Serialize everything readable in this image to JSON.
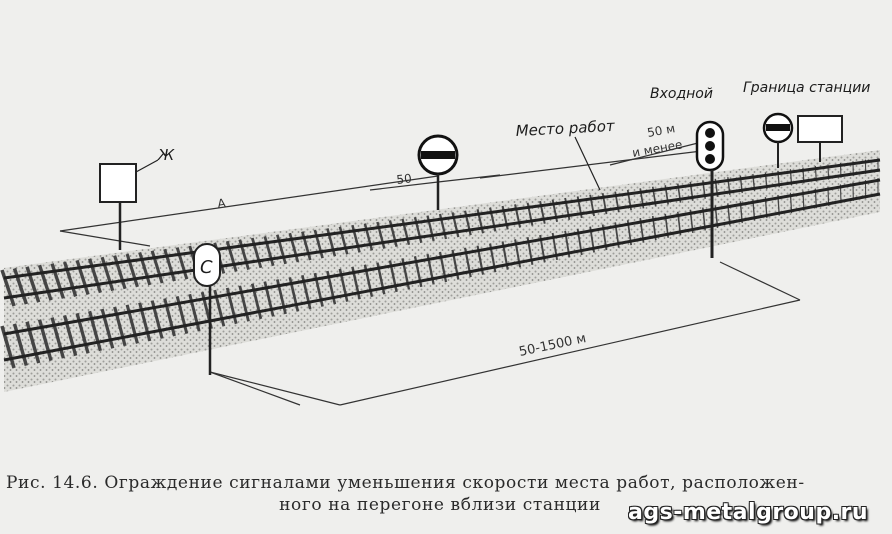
{
  "figure": {
    "labels": {
      "zh": "Ж",
      "c_sign": "С",
      "dist_a": "А",
      "dist_50": "50",
      "work_place": "Место работ",
      "dist_50m_or_less_line1": "50 м",
      "dist_50m_or_less_line2": "и менее",
      "entry_signal": "Входной",
      "station_boundary": "Граница станции",
      "dist_50_1500": "50-1500 м"
    },
    "caption_line1": "Рис. 14.6. Ограждение сигналами уменьшения скорости места работ, расположен-",
    "caption_line2": "ного на перегоне вблизи станции"
  },
  "watermark": "ags-metalgroup.ru"
}
